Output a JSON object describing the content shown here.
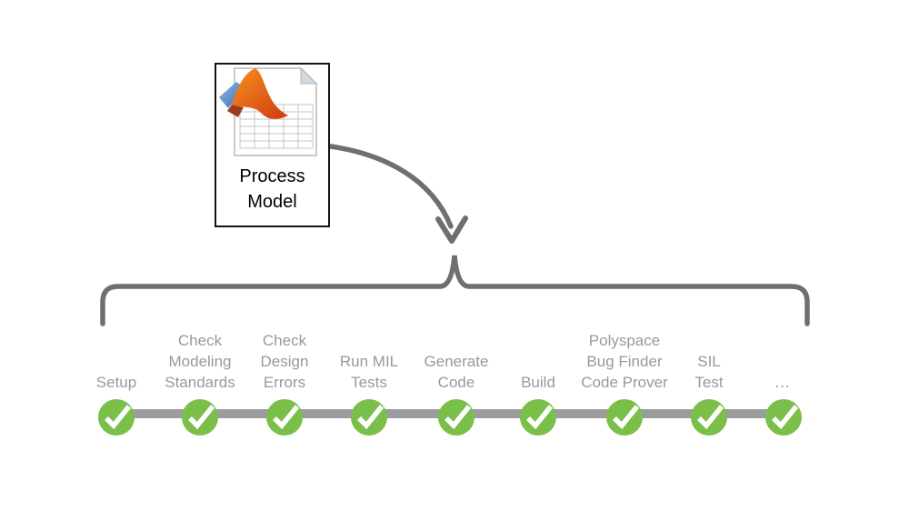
{
  "process_model": {
    "label": "Process\nModel",
    "icon": "matlab-spreadsheet-document-icon"
  },
  "connectors": {
    "arrow": "curved-arrow-down",
    "brace": "horizontal-curly-brace"
  },
  "steps": [
    {
      "id": "setup",
      "label": "Setup",
      "status": "complete"
    },
    {
      "id": "check-modeling-standards",
      "label": "Check\nModeling\nStandards",
      "status": "complete"
    },
    {
      "id": "check-design-errors",
      "label": "Check\nDesign\nErrors",
      "status": "complete"
    },
    {
      "id": "run-mil-tests",
      "label": "Run MIL\nTests",
      "status": "complete"
    },
    {
      "id": "generate-code",
      "label": "Generate\nCode",
      "status": "complete"
    },
    {
      "id": "build",
      "label": "Build",
      "status": "complete"
    },
    {
      "id": "polyspace",
      "label": "Polyspace\nBug Finder\nCode Prover",
      "status": "complete"
    },
    {
      "id": "sil-test",
      "label": "SIL\nTest",
      "status": "complete"
    },
    {
      "id": "more",
      "label": "…",
      "status": "complete"
    }
  ],
  "colors": {
    "step_green": "#7abf49",
    "check_white": "#ffffff",
    "timeline_gray": "#9c9c9c",
    "label_gray": "#999999",
    "connector_gray": "#6f6f6f",
    "box_border": "#141414"
  }
}
